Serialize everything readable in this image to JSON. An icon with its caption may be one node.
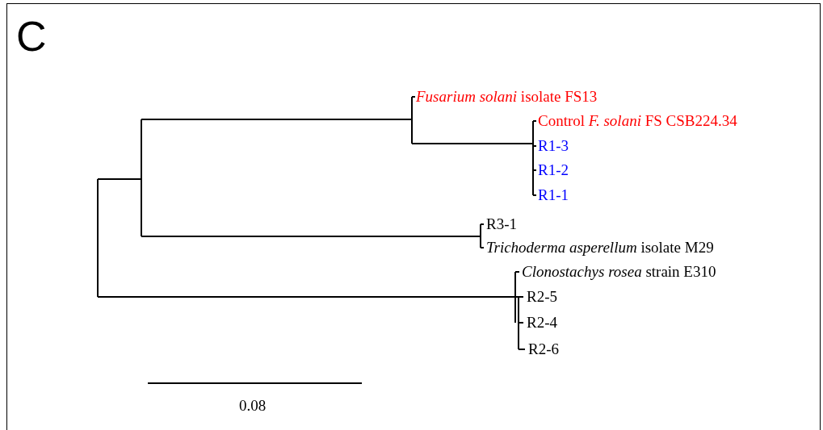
{
  "diagram": {
    "labels": [
      "C",
      "*Fusarium solani* isolate FS13",
      "Control *F. solani* FS CSB224.34",
      "R1-3",
      "R1-2",
      "R1-1",
      "R3-1",
      "*Trichoderma asperellum* isolate M29",
      "*Clonostachys rosea* strain E310",
      "R2-5",
      "R2-4",
      "R2-6",
      "0.08"
    ]
  }
}
